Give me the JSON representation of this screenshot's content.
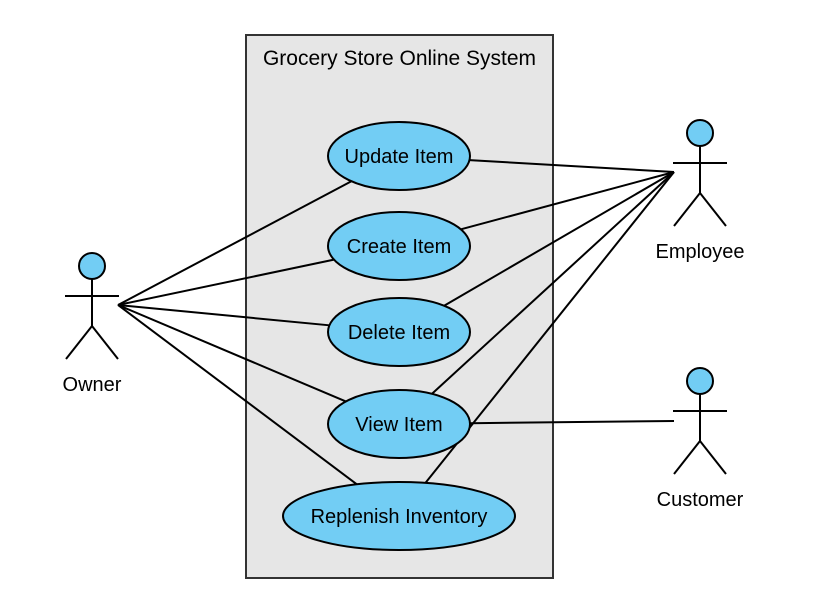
{
  "system": {
    "title": "Grocery Store Online System",
    "fill": "#e6e6e6",
    "stroke": "#333333"
  },
  "style": {
    "usecase_fill": "#72cdf4",
    "actor_head_fill": "#72cdf4",
    "line_color": "#000000"
  },
  "actors": [
    {
      "id": "owner",
      "label": "Owner"
    },
    {
      "id": "employee",
      "label": "Employee"
    },
    {
      "id": "customer",
      "label": "Customer"
    }
  ],
  "use_cases": [
    {
      "id": "update",
      "label": "Update Item"
    },
    {
      "id": "create",
      "label": "Create Item"
    },
    {
      "id": "delete",
      "label": "Delete Item"
    },
    {
      "id": "view",
      "label": "View Item"
    },
    {
      "id": "replenish",
      "label": "Replenish Inventory"
    }
  ],
  "associations": [
    {
      "actor": "owner",
      "use_case": "update"
    },
    {
      "actor": "owner",
      "use_case": "create"
    },
    {
      "actor": "owner",
      "use_case": "delete"
    },
    {
      "actor": "owner",
      "use_case": "view"
    },
    {
      "actor": "owner",
      "use_case": "replenish"
    },
    {
      "actor": "employee",
      "use_case": "update"
    },
    {
      "actor": "employee",
      "use_case": "create"
    },
    {
      "actor": "employee",
      "use_case": "delete"
    },
    {
      "actor": "employee",
      "use_case": "view"
    },
    {
      "actor": "employee",
      "use_case": "replenish"
    },
    {
      "actor": "customer",
      "use_case": "view"
    }
  ]
}
